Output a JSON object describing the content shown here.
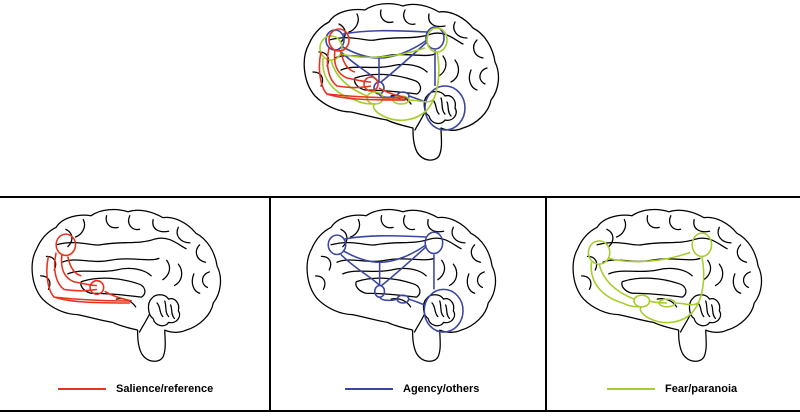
{
  "colors": {
    "outline": "#000000",
    "salience": "#e8321e",
    "agency": "#3a46a0",
    "fear": "#a6cd2b"
  },
  "panels": [
    {
      "network": "salience",
      "legend_label": "Salience/reference"
    },
    {
      "network": "agency",
      "legend_label": "Agency/others"
    },
    {
      "network": "fear",
      "legend_label": "Fear/paranoia"
    }
  ]
}
